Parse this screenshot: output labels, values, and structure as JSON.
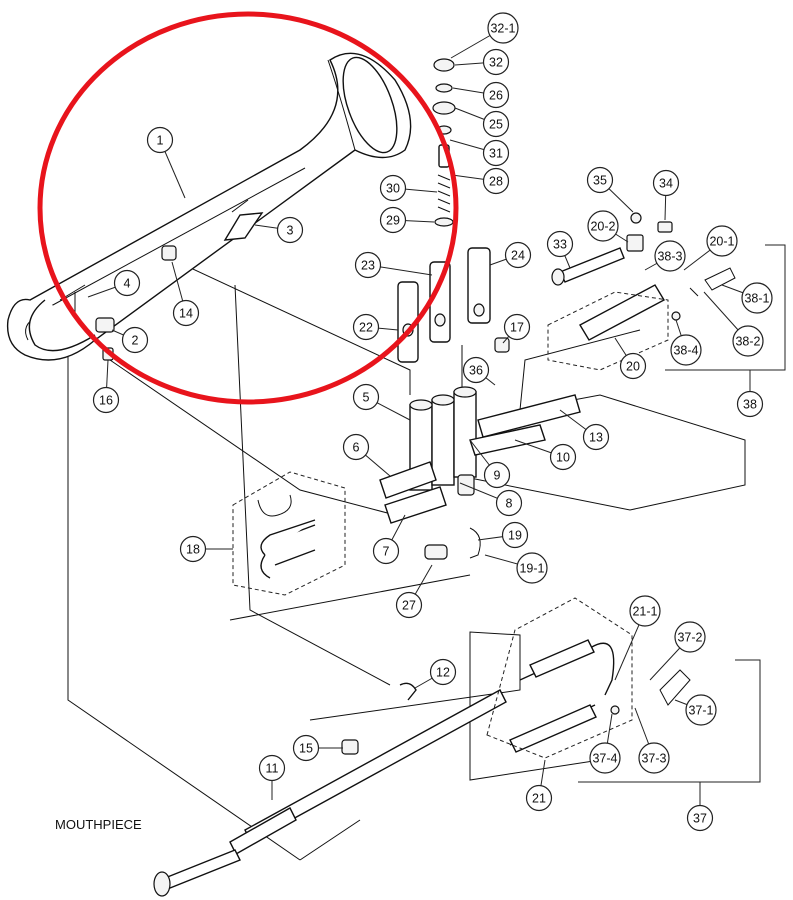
{
  "diagram": {
    "callouts": [
      {
        "id": "c-1",
        "label": "1"
      },
      {
        "id": "c-2",
        "label": "2"
      },
      {
        "id": "c-3",
        "label": "3"
      },
      {
        "id": "c-4",
        "label": "4"
      },
      {
        "id": "c-5",
        "label": "5"
      },
      {
        "id": "c-6",
        "label": "6"
      },
      {
        "id": "c-7",
        "label": "7"
      },
      {
        "id": "c-8",
        "label": "8"
      },
      {
        "id": "c-9",
        "label": "9"
      },
      {
        "id": "c-10",
        "label": "10"
      },
      {
        "id": "c-11",
        "label": "11"
      },
      {
        "id": "c-12",
        "label": "12"
      },
      {
        "id": "c-13",
        "label": "13"
      },
      {
        "id": "c-14",
        "label": "14"
      },
      {
        "id": "c-15",
        "label": "15"
      },
      {
        "id": "c-16",
        "label": "16"
      },
      {
        "id": "c-17",
        "label": "17"
      },
      {
        "id": "c-18",
        "label": "18"
      },
      {
        "id": "c-18-1",
        "label": "18-1"
      },
      {
        "id": "c-19",
        "label": "19"
      },
      {
        "id": "c-19-1",
        "label": "19-1"
      },
      {
        "id": "c-20",
        "label": "20"
      },
      {
        "id": "c-20-1",
        "label": "20-1"
      },
      {
        "id": "c-20-2",
        "label": "20-2"
      },
      {
        "id": "c-21",
        "label": "21"
      },
      {
        "id": "c-21-1",
        "label": "21-1"
      },
      {
        "id": "c-22",
        "label": "22"
      },
      {
        "id": "c-23",
        "label": "23"
      },
      {
        "id": "c-24",
        "label": "24"
      },
      {
        "id": "c-25",
        "label": "25"
      },
      {
        "id": "c-26",
        "label": "26"
      },
      {
        "id": "c-27",
        "label": "27"
      },
      {
        "id": "c-28",
        "label": "28"
      },
      {
        "id": "c-29",
        "label": "29"
      },
      {
        "id": "c-30",
        "label": "30"
      },
      {
        "id": "c-31",
        "label": "31"
      },
      {
        "id": "c-32",
        "label": "32"
      },
      {
        "id": "c-32-1",
        "label": "32-1"
      },
      {
        "id": "c-33",
        "label": "33"
      },
      {
        "id": "c-34",
        "label": "34"
      },
      {
        "id": "c-35",
        "label": "35"
      },
      {
        "id": "c-36",
        "label": "36"
      },
      {
        "id": "c-37",
        "label": "37"
      },
      {
        "id": "c-37-1",
        "label": "37-1"
      },
      {
        "id": "c-37-2",
        "label": "37-2"
      },
      {
        "id": "c-37-3",
        "label": "37-3"
      },
      {
        "id": "c-37-4",
        "label": "37-4"
      },
      {
        "id": "c-38",
        "label": "38"
      },
      {
        "id": "c-38-1",
        "label": "38-1"
      },
      {
        "id": "c-38-2",
        "label": "38-2"
      },
      {
        "id": "c-38-3",
        "label": "38-3"
      },
      {
        "id": "c-38-4",
        "label": "38-4"
      }
    ],
    "mouthpiece_label": "MOUTHPIECE",
    "highlight_color": "#e8141c",
    "line_color": "#111111"
  }
}
